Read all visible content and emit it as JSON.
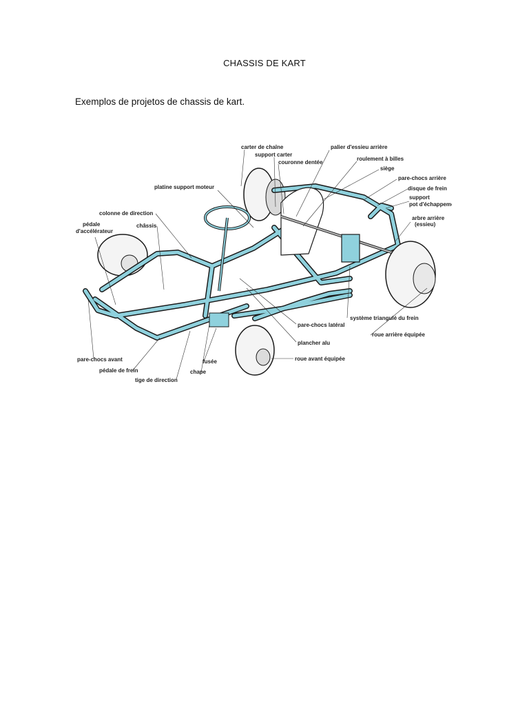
{
  "document": {
    "title": "CHASSIS DE KART",
    "intro": "Exemplos de projetos de chassis de kart."
  },
  "figure": {
    "colors": {
      "tube": "#8fd1dd",
      "outline": "#1a1a1a",
      "tire": "#f4f4f4"
    },
    "labels": {
      "carter": "carter de chaîne",
      "support_carter": "support carter",
      "couronne": "couronne dentée",
      "palier": "palier d'essieu arrière",
      "roulement": "roulement à billes",
      "siege": "siège",
      "parechocs_arriere": "pare-chocs arrière",
      "disque": "disque de frein",
      "support_pot_1": "support",
      "support_pot_2": "pot d'échappement",
      "arbre_1": "arbre arrière",
      "arbre_2": "(essieu)",
      "platine": "platine support moteur",
      "colonne": "colonne de direction",
      "pedale_acc_1": "pédale",
      "pedale_acc_2": "d'accélérateur",
      "chassis": "châssis",
      "systeme": "système triangulé du frein",
      "parechocs_lateral": "pare-chocs latéral",
      "roue_arriere": "roue arrière équipée",
      "plancher": "plancher alu",
      "roue_avant": "roue avant équipée",
      "parechocs_avant": "pare-chocs avant",
      "pedale_frein": "pédale de frein",
      "fusee": "fusée",
      "chape": "chape",
      "tige": "tige de direction"
    }
  }
}
